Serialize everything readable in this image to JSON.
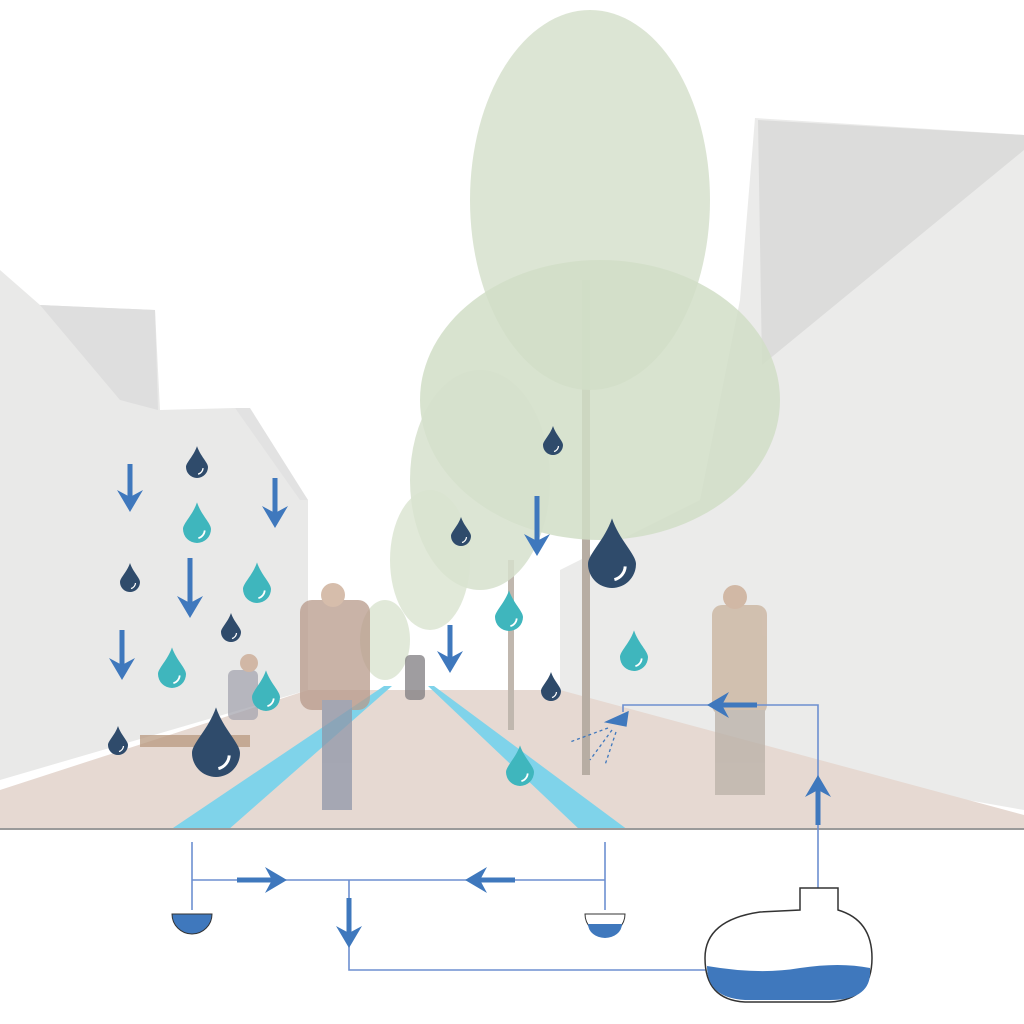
{
  "scene": {
    "description_icons": [
      "building-left",
      "building-right",
      "tree",
      "pedestrians",
      "cyclists",
      "bench",
      "rain-drop",
      "arrow",
      "storage-tank",
      "sprinkler"
    ]
  },
  "colors": {
    "background": "#ffffff",
    "building": "#e9e9e8",
    "building_shadow": "#dcdcdb",
    "pavement": "#e6d9d2",
    "ground_line": "#9a9a9a",
    "channel": "#7fd3ea",
    "drop_dark": "#2f4b6b",
    "drop_teal": "#3fb6bd",
    "arrow": "#3f78bd",
    "pipe": "#6d8fd0",
    "water": "#3f78bd",
    "tree_foliage": "#cfdcc4",
    "tree_trunk": "#b7ada3"
  }
}
